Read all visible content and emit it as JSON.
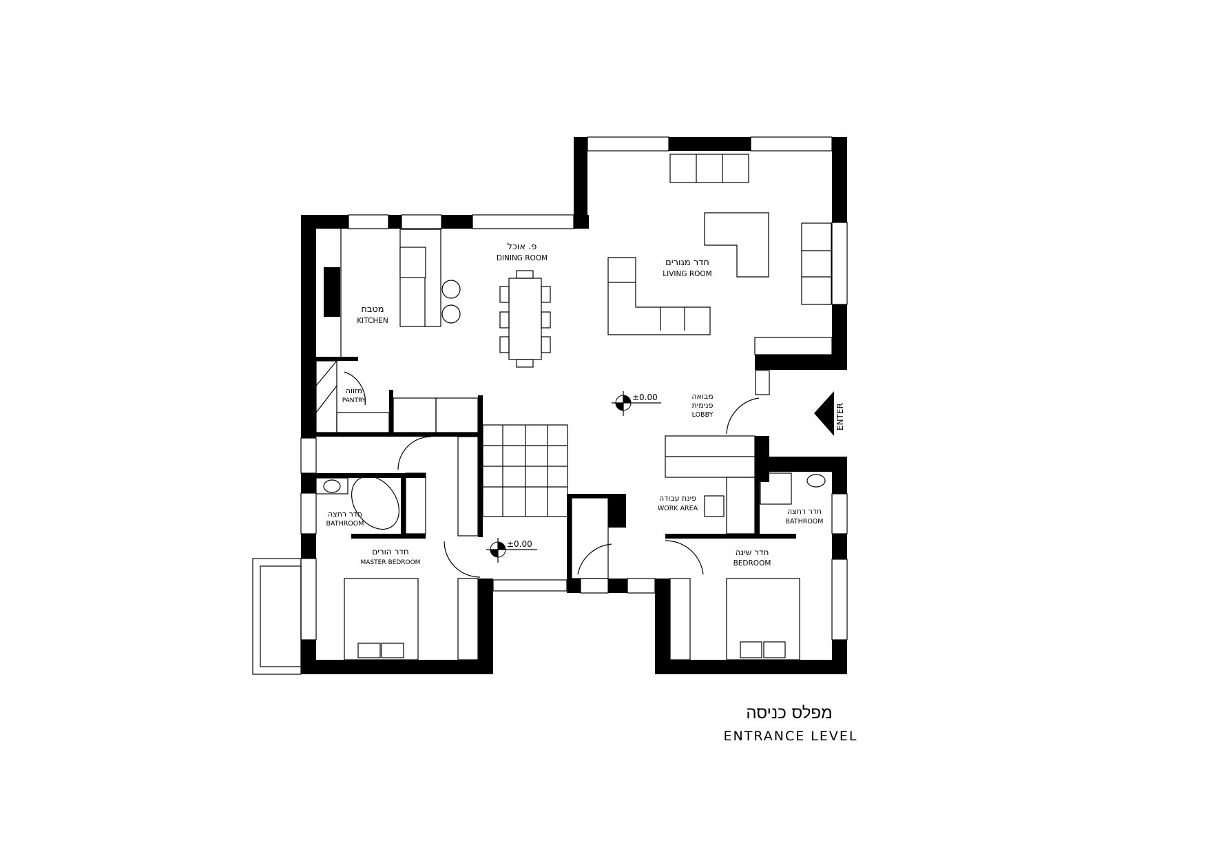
{
  "plan": {
    "title_hebrew": "מפלס כניסה",
    "title_english": "ENTRANCE LEVEL",
    "entry_label": "ENTER",
    "rooms": {
      "dining": {
        "hebrew": "פ. אוכל",
        "english": "DINING ROOM"
      },
      "living": {
        "hebrew": "חדר מגורים",
        "english": "LIVING ROOM"
      },
      "kitchen": {
        "hebrew": "מטבח",
        "english": "KITCHEN"
      },
      "pantry": {
        "hebrew": "מזווה",
        "english": "PANTRY"
      },
      "lobby": {
        "hebrew_1": "מבואה",
        "hebrew_2": "פנימית",
        "english": "LOBBY"
      },
      "master_bath": {
        "hebrew": "חדר רחצה",
        "english": "BATHROOM"
      },
      "master_bedroom": {
        "hebrew": "חדר הורים",
        "english": "MASTER BEDROOM"
      },
      "work_area": {
        "hebrew": "פינת עבודה",
        "english": "WORK AREA"
      },
      "bath2": {
        "hebrew": "חדר רחצה",
        "english": "BATHROOM"
      },
      "bedroom": {
        "hebrew": "חדר שינה",
        "english": "BEDROOM"
      }
    },
    "levels": {
      "main": "±0.00",
      "hall": "±0.00"
    }
  }
}
